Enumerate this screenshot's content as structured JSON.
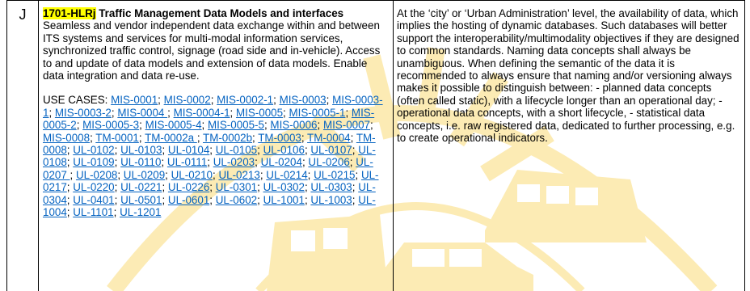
{
  "row": {
    "letter": "J",
    "code": "1701-HLRj",
    "title": "Traffic Management Data Models and interfaces",
    "description": "Seamless and vendor independent data exchange within and between ITS systems and services for multi-modal information services, synchronized traffic control, signage (road side and in-vehicle). Access to and update of data models and extension of data models. Enable data integration and data re-use.",
    "use_cases_label": "USE CASES:",
    "use_cases": [
      "MIS-0001",
      "MIS-0002",
      "MIS-0002-1",
      "MIS-0003",
      "MIS-0003-1",
      "MIS-0003-2",
      "MIS-0004 ",
      "MIS-0004-1",
      "MIS-0005",
      "MIS-0005-1",
      "MIS-0005-2",
      "MIS-0005-3",
      "MIS-0005-4",
      "MIS-0005-5",
      "MIS-0006",
      "MIS-0007",
      "MIS-0008",
      "TM-0001",
      "TM-0002a ",
      "TM-0002b",
      "TM-0003",
      "TM-0004",
      "TM-0008",
      "UL-0102",
      "UL-0103",
      "UL-0104",
      "UL-0105",
      "UL-0106",
      "UL-0107",
      "UL-0108",
      "UL-0109",
      "UL-0110",
      "UL-0111",
      "UL-0203",
      "UL-0204",
      "UL-0206",
      "UL-0207 ",
      "UL-0208",
      "UL-0209",
      "UL-0210",
      "UL-0213",
      "UL-0214",
      "UL-0215",
      "UL-0217",
      "UL-0220",
      "UL-0221",
      "UL-0226",
      "UL-0301",
      "UL-0302",
      "UL-0303",
      "UL-0304",
      "UL-0401",
      "UL-0501",
      "UL-0601",
      "UL-0602",
      "UL-1001",
      "UL-1003",
      "UL-1004",
      "UL-1101",
      "UL-1201"
    ],
    "right_text": "At the ‘city’ or ‘Urban Administration’ level, the availability of data, which implies the hosting of dynamic databases. Such databases will better support the interoperability/multimodality objectives if they are designed to common standards. Naming data concepts shall always be unambiguous. When defining the semantic of the data it is recommended to always ensure that naming and/or versioning always makes it possible to distinguish between: - planned data concepts (often called static), with a lifecycle longer than an operational day; - operational data concepts, with a short lifecycle, - statistical data concepts, i.e. raw registered data, dedicated to further processing, e.g. to create operational indicators."
  },
  "colors": {
    "watermark": "#f7c21a",
    "link": "#0563c1",
    "highlight": "#ffff00"
  }
}
